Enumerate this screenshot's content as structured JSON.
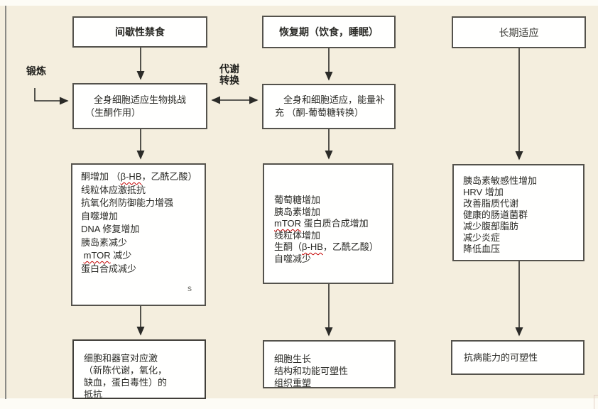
{
  "diagram": {
    "bg_color": "#f4eede",
    "arrow_color": "#2b2b28",
    "squiggle_color": "#c40000",
    "side_labels": {
      "exercise": "锻炼",
      "metabolic_switch_line1": "代谢",
      "metabolic_switch_line2": "转换"
    },
    "columns": [
      {
        "header": "间歇性禁食",
        "adaptation_lines": [
          "全身细胞适应生物挑战",
          "（生酮作用）"
        ],
        "effects_lines": [
          [
            {
              "t": "酮增加 （"
            },
            {
              "t": "β-HB",
              "wavy": true
            },
            {
              "t": "，乙酰乙酸）"
            }
          ],
          [
            {
              "t": "线粒体应激抵抗"
            }
          ],
          [
            {
              "t": "抗氧化剂防御能力增强"
            }
          ],
          [
            {
              "t": "自噬增加"
            }
          ],
          [
            {
              "t": "DNA 修复增加"
            }
          ],
          [
            {
              "t": "胰岛素减少"
            }
          ],
          [
            {
              "t": " "
            },
            {
              "t": "mTOR",
              "wavy": true
            },
            {
              "t": " 减少"
            }
          ],
          [
            {
              "t": "蛋白合成减少"
            }
          ]
        ],
        "effects_artifact": "s",
        "outcome_lines": [
          "细胞和器官对应激",
          "（新陈代谢，氧化，",
          "缺血，蛋白毒性）的",
          "抵抗"
        ]
      },
      {
        "header": "恢复期（饮食，睡眠）",
        "adaptation_lines": [
          "全身和细胞适应，能量补",
          "充 （酮-葡萄糖转换）"
        ],
        "effects_lines": [
          [
            {
              "t": "葡萄糖增加"
            }
          ],
          [
            {
              "t": "胰岛素增加"
            }
          ],
          [
            {
              "t": "mTOR",
              "wavy": true
            },
            {
              "t": " 蛋白质合成增加"
            }
          ],
          [
            {
              "t": "线粒体增加"
            }
          ],
          [
            {
              "t": "生酮（"
            },
            {
              "t": "β-HB",
              "wavy": true
            },
            {
              "t": "，乙酰乙酸）"
            }
          ],
          [
            {
              "t": "自噬减少"
            }
          ]
        ],
        "outcome_lines": [
          "细胞生长",
          "结构和功能可塑性",
          "组织重塑"
        ]
      },
      {
        "header": "长期适应",
        "effects_lines": [
          [
            {
              "t": "胰岛素敏感性增加"
            }
          ],
          [
            {
              "t": "HRV 增加"
            }
          ],
          [
            {
              "t": "改善脂质代谢"
            }
          ],
          [
            {
              "t": "健康的肠道菌群"
            }
          ],
          [
            {
              "t": "减少腹部脂肪"
            }
          ],
          [
            {
              "t": "减少炎症"
            }
          ],
          [
            {
              "t": "降低血压"
            }
          ]
        ],
        "outcome_lines": [
          "抗病能力的可塑性"
        ]
      }
    ]
  }
}
